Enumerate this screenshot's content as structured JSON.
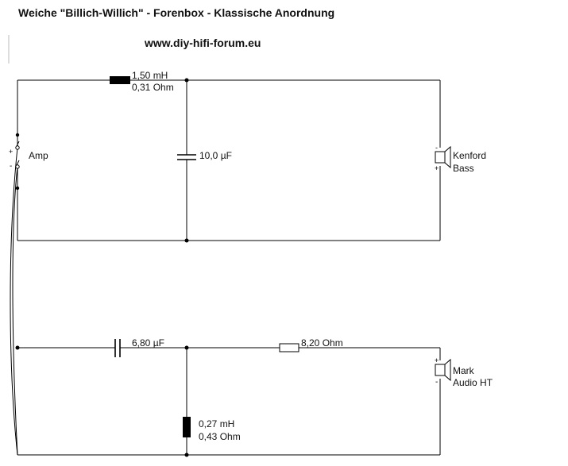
{
  "title": "Weiche \"Billich-Willich\" - Forenbox - Klassische Anordnung",
  "url": "www.diy-hifi-forum.eu",
  "amp": {
    "label": "Amp",
    "plus": "+",
    "minus": "-"
  },
  "bass": {
    "inductor": {
      "value": "1,50 mH",
      "resistance": "0,31 Ohm"
    },
    "capacitor": {
      "value": "10,0 µF"
    },
    "speaker": {
      "name_line1": "Kenford",
      "name_line2": "Bass",
      "minus": "-",
      "plus": "+"
    }
  },
  "tweeter": {
    "capacitor": {
      "value": "6,80 µF"
    },
    "resistor": {
      "value": "8,20 Ohm"
    },
    "inductor": {
      "value": "0,27 mH",
      "resistance": "0,43 Ohm"
    },
    "speaker": {
      "name_line1": "Mark",
      "name_line2": "Audio HT",
      "plus": "+",
      "minus": "-"
    }
  }
}
